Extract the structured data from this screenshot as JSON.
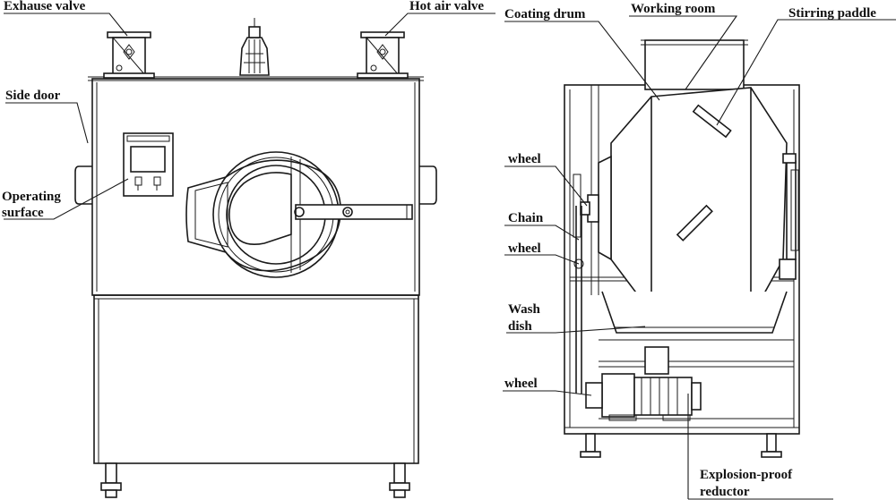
{
  "labels": {
    "exhaust_valve": "Exhause valve",
    "hot_air_valve": "Hot air valve",
    "side_door": "Side door",
    "operating_surface_line1": "Operating",
    "operating_surface_line2": "surface",
    "coating_drum": "Coating drum",
    "working_room": "Working room",
    "stirring_paddle": "Stirring paddle",
    "wheel_top": "wheel",
    "chain": "Chain",
    "wheel_middle": "wheel",
    "wash_dish_line1": "Wash",
    "wash_dish_line2": "dish",
    "wheel_bottom": "wheel",
    "explosion_proof_line1": "Explosion-proof",
    "explosion_proof_line2": "reductor"
  },
  "colors": {
    "line": "#1a1a1a",
    "background": "#ffffff",
    "text": "#111111"
  }
}
